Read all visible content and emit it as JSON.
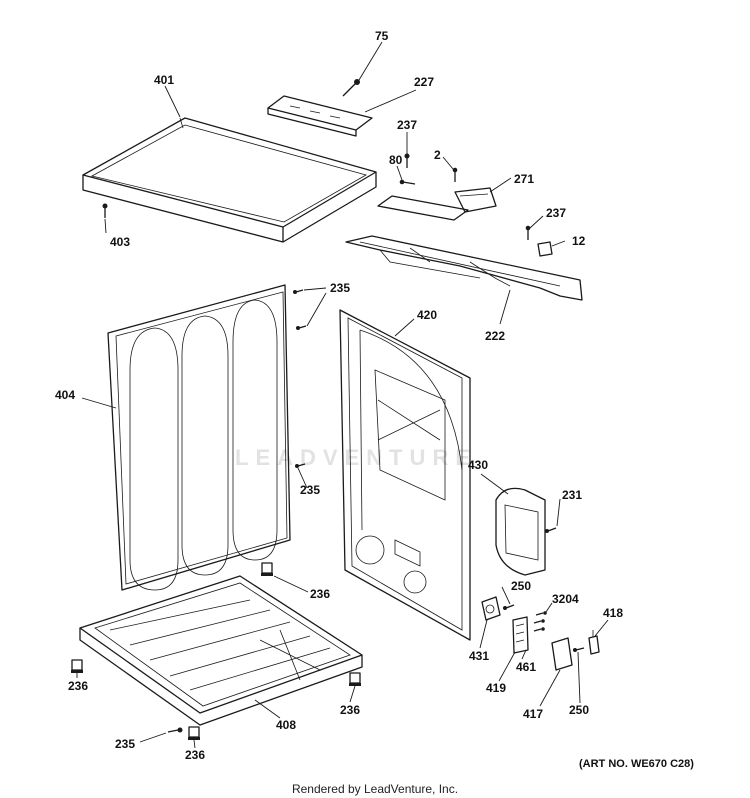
{
  "callouts": {
    "c75": "75",
    "c227": "227",
    "c401": "401",
    "c237a": "237",
    "c80": "80",
    "c2": "2",
    "c271": "271",
    "c403": "403",
    "c237b": "237",
    "c12": "12",
    "c222": "222",
    "c235a": "235",
    "c420": "420",
    "c404": "404",
    "c235b": "235",
    "c430": "430",
    "c231": "231",
    "c236a": "236",
    "c250a": "250",
    "c3204": "3204",
    "c418": "418",
    "c431": "431",
    "c461": "461",
    "c419": "419",
    "c236b": "236",
    "c236c": "236",
    "c408": "408",
    "c417": "417",
    "c250b": "250",
    "c235c": "235",
    "c236d": "236"
  },
  "art_number": "(ART NO. WE670 C28)",
  "footer": "Rendered by LeadVenture, Inc.",
  "watermark": "LEADVENTURE"
}
